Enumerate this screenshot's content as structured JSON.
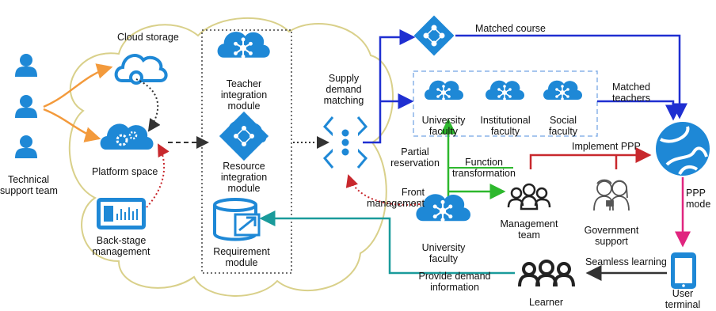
{
  "labels": {
    "cloud_storage": "Cloud storage",
    "technical_support_team": [
      "Technical",
      "support team"
    ],
    "platform_space": "Platform space",
    "back_stage_management": [
      "Back-stage",
      "management"
    ],
    "teacher_integration": [
      "Teacher",
      "integration",
      "module"
    ],
    "resource_integration": [
      "Resource",
      "integration",
      "module"
    ],
    "requirement_module": [
      "Requirement",
      "module"
    ],
    "supply_demand_matching": [
      "Supply",
      "demand",
      "matching"
    ],
    "matched_course": "Matched course",
    "matched_teachers": [
      "Matched",
      "teachers"
    ],
    "university_faculty_top": [
      "University",
      "faculty"
    ],
    "institutional_faculty": [
      "Institutional",
      "faculty"
    ],
    "social_faculty": [
      "Social",
      "faculty"
    ],
    "partial_reservation": [
      "Partial",
      "reservation"
    ],
    "function_transformation": [
      "Function",
      "transformation"
    ],
    "implement_ppp": "Implement PPP",
    "front_management": [
      "Front",
      "management"
    ],
    "university_faculty_bottom": [
      "University",
      "faculty"
    ],
    "management_team": [
      "Management",
      "team"
    ],
    "government_support": [
      "Government",
      "support"
    ],
    "ppp_mode": [
      "PPP",
      "mode"
    ],
    "seamless_learning": "Seamless learning",
    "provide_demand_information": [
      "Provide demand",
      "information"
    ],
    "learner": "Learner",
    "user_terminal": [
      "User",
      "terminal"
    ]
  },
  "colors": {
    "blue_icon": "#1e88d6",
    "blue_arrow": "#1f2fd1",
    "orange_arrow": "#f39a3c",
    "green_arrow": "#2db82d",
    "red_arrow": "#c8282d",
    "teal_arrow": "#1a9b9b",
    "magenta_arrow": "#e0257f",
    "cloud_border": "#d9d08a",
    "dark_gray": "#333333"
  },
  "icons": [
    "person-icon",
    "cloud-storage-icon",
    "gears-icon",
    "dashboard-icon",
    "network-cloud-icon",
    "resource-diamond-icon",
    "database-icon",
    "dots-chevron-icon",
    "globe-icon",
    "tablet-icon",
    "group-icon",
    "government-people-icon"
  ]
}
